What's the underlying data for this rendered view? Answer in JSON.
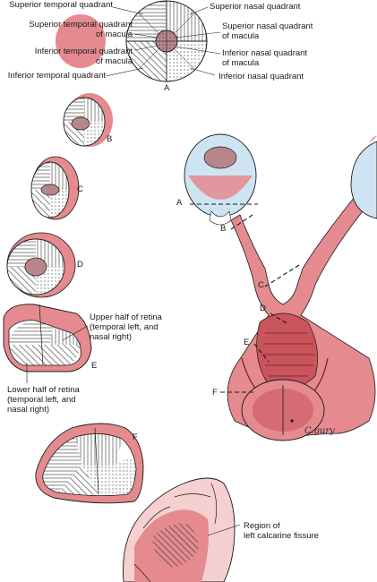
{
  "colors": {
    "pink": "#e58a8f",
    "pink_light": "#f6cfd0",
    "pink_dark": "#c9545c",
    "macula": "#b8868a",
    "ink": "#1a1a1a",
    "eye_blue": "#cfe4f2"
  },
  "quadrant_labels": {
    "superior_temporal": "Superior temporal quadrant",
    "superior_temporal_macula_1": "Superior temporal quadrant",
    "superior_temporal_macula_2": "of macula",
    "inferior_temporal_macula_1": "Inferior temporal quadrant",
    "inferior_temporal_macula_2": "of macula",
    "inferior_temporal": "Inferior temporal quadrant",
    "superior_nasal": "Superior nasal quadrant",
    "superior_nasal_macula_1": "Superior nasal quadrant",
    "superior_nasal_macula_2": "of macula",
    "inferior_nasal_macula_1": "Inferior nasal quadrant",
    "inferior_nasal_macula_2": "of macula",
    "inferior_nasal": "Inferior nasal quadrant"
  },
  "section_letters": {
    "a": "A",
    "b": "B",
    "c": "C",
    "d": "D",
    "e": "E",
    "f": "F"
  },
  "pathway_letters": {
    "a": "A",
    "b": "B",
    "c": "C",
    "d": "D",
    "e": "E",
    "f": "F"
  },
  "retina_labels": {
    "upper_1": "Upper half of retina",
    "upper_2": "(temporal left, and",
    "upper_3": "nasal right)",
    "lower_1": "Lower half of retina",
    "lower_2": "(temporal left, and",
    "lower_3": "nasal right)"
  },
  "cortex_label": {
    "line1": "Region of",
    "line2": "left calcarine fissure"
  },
  "signature": "C.gury"
}
